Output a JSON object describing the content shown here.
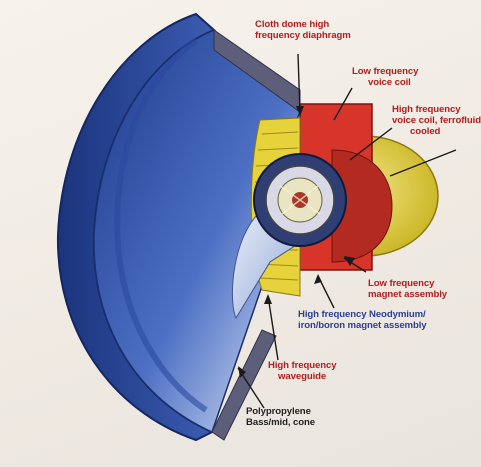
{
  "labels": {
    "cloth_dome": {
      "line1": "Cloth dome high",
      "line2": "frequency diaphragm"
    },
    "lf_voice_coil": {
      "line1": "Low frequency",
      "line2": "voice coil"
    },
    "hf_voice_coil": {
      "line1": "High frequency",
      "line2": "voice coil, ferrofluid",
      "line3": "cooled"
    },
    "lf_magnet": {
      "line1": "Low frequency",
      "line2": "magnet assembly"
    },
    "hf_magnet": {
      "line1": "High frequency Neodymium/",
      "line2": "iron/boron magnet assembly"
    },
    "hf_waveguide": {
      "line1": "High frequency",
      "line2": "waveguide"
    },
    "cone": {
      "line1": "Polypropylene",
      "line2": "Bass/mid, cone"
    }
  },
  "colors": {
    "basket_blue": "#2a4a9e",
    "cone_light": "#c9d6ee",
    "magnet_red": "#d8352a",
    "surround_yellow": "#e6d23a",
    "label_red": "#b21d1d",
    "label_blue": "#2c3f94"
  }
}
